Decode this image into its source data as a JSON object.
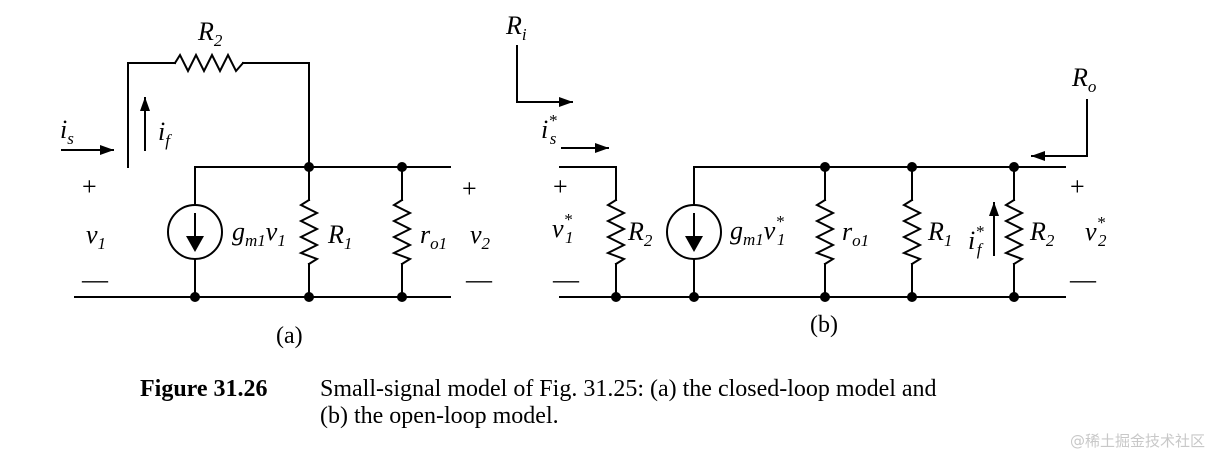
{
  "circuit_a": {
    "label": "(a)",
    "r2": {
      "main": "R",
      "sub": "2"
    },
    "is": {
      "main": "i",
      "sub": "s"
    },
    "if": {
      "main": "i",
      "sub": "f"
    },
    "v1": {
      "main": "v",
      "sub": "1"
    },
    "v2": {
      "main": "v",
      "sub": "2"
    },
    "gm": {
      "g": "g",
      "m1": "m1",
      "v": "v",
      "one": "1"
    },
    "r1": {
      "main": "R",
      "sub": "1"
    },
    "ro1": {
      "main": "r",
      "sub": "o1"
    },
    "plus": "+",
    "minus": "—"
  },
  "circuit_b": {
    "label": "(b)",
    "ri": {
      "main": "R",
      "sub": "i"
    },
    "ro": {
      "main": "R",
      "sub": "o"
    },
    "is_star": {
      "main": "i",
      "sup": "*",
      "sub": "s"
    },
    "if_star": {
      "main": "i",
      "sup": "*",
      "sub": "f"
    },
    "v1_star": {
      "main": "v",
      "sup": "*",
      "sub": "1"
    },
    "v2_star": {
      "main": "v",
      "sup": "*",
      "sub": "2"
    },
    "gm_star": {
      "g": "g",
      "m1": "m1",
      "v": "v",
      "one": "1",
      "star": "*"
    },
    "r2_left": {
      "main": "R",
      "sub": "2"
    },
    "ro1": {
      "main": "r",
      "sub": "o1"
    },
    "r1": {
      "main": "R",
      "sub": "1"
    },
    "r2_right": {
      "main": "R",
      "sub": "2"
    },
    "plus": "+",
    "minus": "—"
  },
  "caption": {
    "number": "Figure 31.26",
    "line1": "Small-signal model of Fig. 31.25: (a) the closed-loop model and",
    "line2": "(b) the open-loop model."
  },
  "watermark": "@稀土掘金技术社区"
}
